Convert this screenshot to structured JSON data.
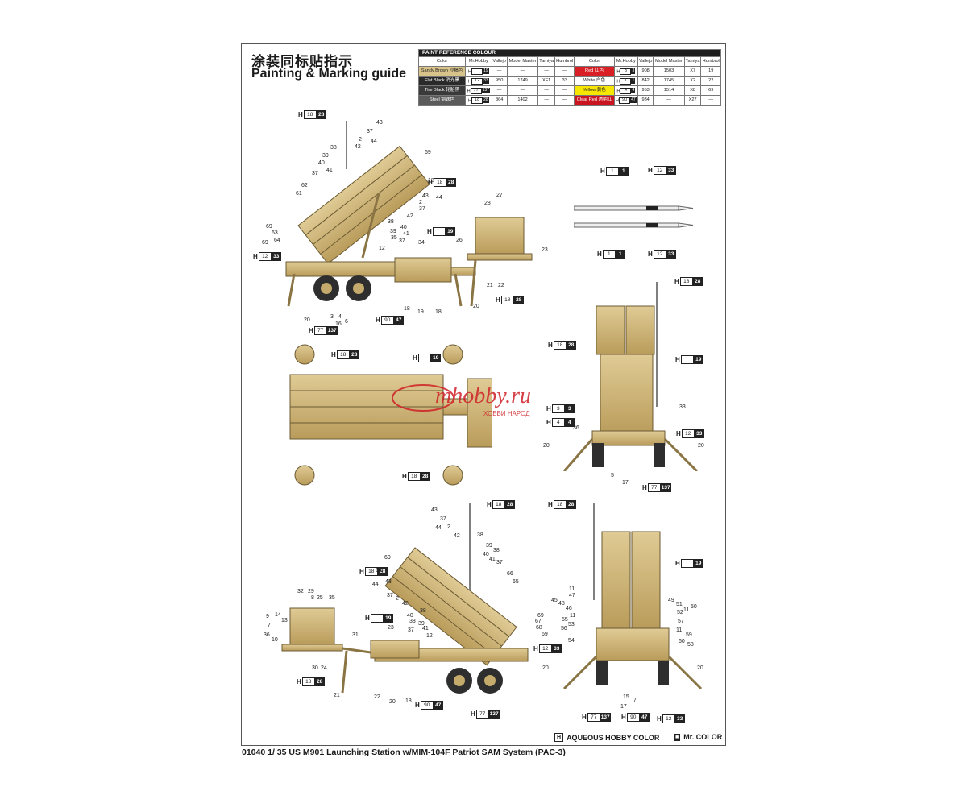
{
  "title_cn": "涂装同标贴指示",
  "title_en": "Painting & Marking guide",
  "footer": "01040 1/ 35  US M901 Launching Station w/MIM-104F Patriot SAM System (PAC-3)",
  "legend": {
    "aqueous_marker": "H",
    "aqueous_label": "AQUEOUS HOBBY COLOR",
    "mr_marker": "■",
    "mr_label": "Mr. COLOR"
  },
  "watermark": {
    "text": "mhobby.ru",
    "sub": "ХОББИ НАРОД"
  },
  "paint_table": {
    "title": "PAINT  REFERENCE COLOUR",
    "headers": [
      "Color",
      "Mr.Hobby",
      "Vallejo",
      "Model Master",
      "Tamiya",
      "Humbrol",
      "Color",
      "Mr.Hobby",
      "Vallejo",
      "Model Master",
      "Tamiya",
      "Humbrol"
    ],
    "rows": [
      {
        "c1": "Sandy Brown 沙褐色",
        "c1_color": "#d8c38a",
        "h1a": "",
        "h1b": "19",
        "v1": "—",
        "m1": "—",
        "t1": "—",
        "hu1": "—",
        "c2": "Red 红色",
        "c2_color": "#d81f26",
        "h2a": "3",
        "h2b": "3",
        "v2": "908",
        "m2": "1503",
        "t2": "X7",
        "hu2": "19"
      },
      {
        "c1": "Flat Black 消光黑",
        "c1_color": "#2a2a2a",
        "h1a": "12",
        "h1b": "33",
        "v1": "950",
        "m1": "1749",
        "t1": "XF1",
        "hu1": "33",
        "c2": "White 白色",
        "c2_color": "#ffffff",
        "h2a": "1",
        "h2b": "1",
        "v2": "842",
        "m2": "1745",
        "t2": "X2",
        "hu2": "22"
      },
      {
        "c1": "Tire Black 轮胎黑",
        "c1_color": "#3a3a3a",
        "h1a": "77",
        "h1b": "137",
        "v1": "—",
        "m1": "—",
        "t1": "—",
        "hu1": "—",
        "c2": "Yellow 黄色",
        "c2_color": "#f6e600",
        "h2a": "4",
        "h2b": "4",
        "v2": "953",
        "m2": "1514",
        "t2": "X8",
        "hu2": "69"
      },
      {
        "c1": "Steel 钢铁色",
        "c1_color": "#5b5b5b",
        "h1a": "18",
        "h1b": "28",
        "v1": "864",
        "m1": "1402",
        "t1": "—",
        "hu1": "—",
        "c2": "Clear Red 透明红",
        "c2_color": "#c8151f",
        "h2a": "90",
        "h2b": "47",
        "v2": "934",
        "m2": "—",
        "t2": "X27",
        "hu2": "—"
      }
    ]
  },
  "callouts": {
    "h18_28": {
      "a": "18",
      "b": "28"
    },
    "h12_33": {
      "a": "12",
      "b": "33"
    },
    "h_19": {
      "a": "",
      "b": "19"
    },
    "h77_137": {
      "a": "77",
      "b": "137"
    },
    "h90_47": {
      "a": "90",
      "b": "47"
    },
    "h1_1": {
      "a": "1",
      "b": "1"
    },
    "h3_3": {
      "a": "3",
      "b": "3"
    },
    "h4_4": {
      "a": "4",
      "b": "4"
    }
  },
  "part_numbers": {
    "side1": [
      "43",
      "37",
      "2",
      "44",
      "42",
      "38",
      "39",
      "40",
      "41",
      "37",
      "62",
      "61",
      "69",
      "63",
      "64",
      "69",
      "69",
      "18",
      "43",
      "44",
      "2",
      "37",
      "42",
      "38",
      "40",
      "39",
      "41",
      "35",
      "37",
      "12",
      "3",
      "4",
      "6",
      "16",
      "20",
      "27",
      "28",
      "26",
      "23",
      "34",
      "21",
      "22",
      "20",
      "18",
      "19",
      "18"
    ],
    "front": [
      "33",
      "36",
      "20",
      "20",
      "5",
      "17"
    ],
    "side2": [
      "43",
      "37",
      "44",
      "2",
      "42",
      "38",
      "39",
      "38",
      "40",
      "41",
      "37",
      "69",
      "18",
      "44",
      "43",
      "66",
      "65",
      "37",
      "2",
      "42",
      "40",
      "38",
      "39",
      "41",
      "37",
      "38",
      "12",
      "69",
      "67",
      "68",
      "69",
      "32",
      "29",
      "8",
      "25",
      "35",
      "9",
      "14",
      "13",
      "7",
      "36",
      "10",
      "31",
      "23",
      "30",
      "24",
      "21",
      "22",
      "20",
      "18",
      "19",
      "18"
    ],
    "rear": [
      "11",
      "47",
      "45",
      "48",
      "46",
      "55",
      "11",
      "56",
      "53",
      "54",
      "20",
      "49",
      "51",
      "50",
      "52",
      "11",
      "57",
      "11",
      "59",
      "60",
      "58",
      "20",
      "15",
      "17",
      "7"
    ]
  }
}
